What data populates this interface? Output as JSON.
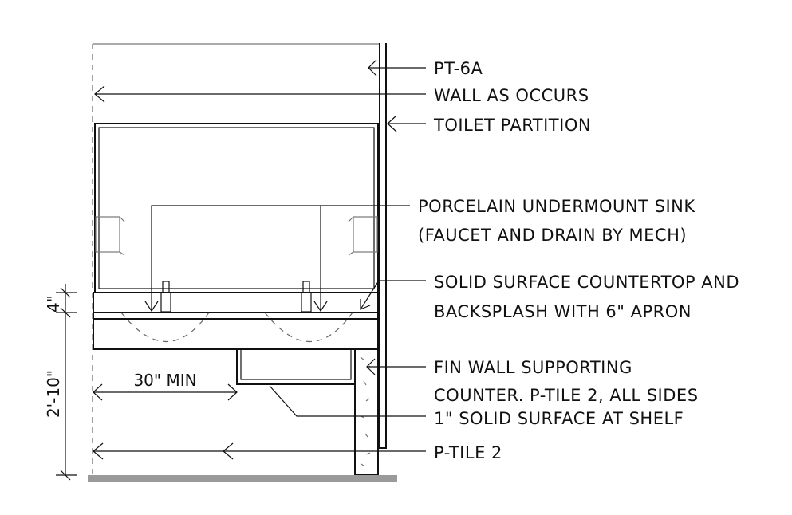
{
  "labels": {
    "pt6a": "PT-6A",
    "wall": "WALL AS OCCURS",
    "partition": "TOILET PARTITION",
    "sink_line1": "PORCELAIN UNDERMOUNT SINK",
    "sink_line2": "(FAUCET AND DRAIN BY MECH)",
    "counter_line1": "SOLID SURFACE COUNTERTOP AND",
    "counter_line2": "BACKSPLASH WITH 6\" APRON",
    "finwall_line1": "FIN WALL SUPPORTING",
    "finwall_line2": "COUNTER. P-TILE 2, ALL SIDES",
    "shelf": "1\" SOLID SURFACE AT SHELF",
    "ptile": "P-TILE 2"
  },
  "dimensions": {
    "backsplash": "4\"",
    "height": "2'-10\"",
    "clearance": "30\" MIN"
  },
  "colors": {
    "ink": "#111111",
    "floor": "#9a9a9a"
  }
}
